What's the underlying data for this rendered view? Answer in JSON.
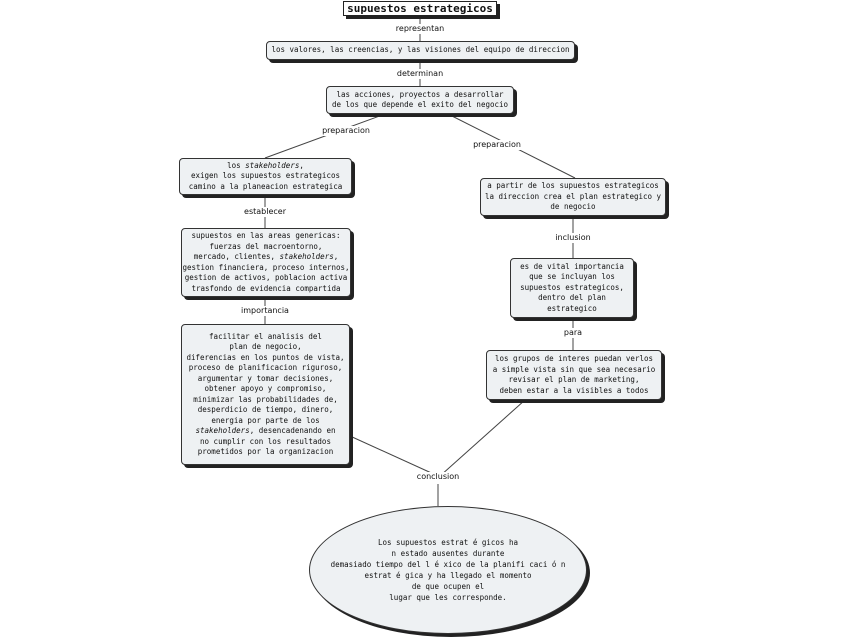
{
  "title": "supuestos estrategicos",
  "links": {
    "representan": "representan",
    "determinan": "determinan",
    "preparacion_left": "preparacion",
    "preparacion_right": "preparacion",
    "establecer": "establecer",
    "importancia": "importancia",
    "inclusion": "inclusion",
    "para": "para",
    "conclusion": "conclusion"
  },
  "nodes": {
    "valores": [
      "los valores, las creencias, y las visiones del equipo de direccion"
    ],
    "acciones": [
      "las acciones, proyectos a desarrollar",
      "de los que depende el exito del negocio"
    ],
    "stakeholders": {
      "line1_a": "los ",
      "line1_italic": "stakeholders",
      "line1_b": ",",
      "line2": "exigen los supuestos estrategicos",
      "line3": "camino a la planeacion estrategica"
    },
    "areas": {
      "line1": "supuestos en las areas genericas:",
      "line2": "fuerzas del macroentorno,",
      "line3_a": "mercado, clientes, ",
      "line3_italic": "stakeholders",
      "line3_b": ",",
      "line4": "gestion financiera, proceso internos,",
      "line5": "gestion de activos, poblacion activa",
      "line6": "trasfondo de evidencia compartida"
    },
    "importancia_box": {
      "line1": "facilitar el analisis del",
      "line2": "plan de negocio,",
      "line3": "diferencias en los puntos de vista,",
      "line4": "proceso de planificacion riguroso,",
      "line5": "argumentar y tomar decisiones,",
      "line6": "obtener apoyo y compromiso,",
      "line7": "minimizar las probabilidades de,",
      "line8": "desperdicio de tiempo, dinero,",
      "line9": "energia por parte de los",
      "line10_italic": "stakeholders",
      "line10_b": ", desencadenando en",
      "line11": "no cumplir con los resultados",
      "line12": "prometidos por la organizacion"
    },
    "direccion": [
      "a partir de los supuestos estrategicos",
      "la direccion crea el plan estrategico y",
      "de negocio"
    ],
    "vital": [
      "es de vital importancia",
      "que se incluyan los",
      "supuestos estrategicos,",
      "dentro del plan",
      "estrategico"
    ],
    "grupos": [
      "los grupos de interes puedan verlos",
      "a simple vista sin que sea necesario",
      "revisar el plan de marketing,",
      "deben estar a la visibles a todos"
    ],
    "conclusion_text": [
      "Los supuestos estrat é gicos ha",
      "n estado ausentes durante",
      "demasiado tiempo del l é xico de la planifi caci ó n",
      "estrat é gica y ha llegado el momento",
      "de que ocupen el",
      "lugar que les corresponde."
    ]
  }
}
